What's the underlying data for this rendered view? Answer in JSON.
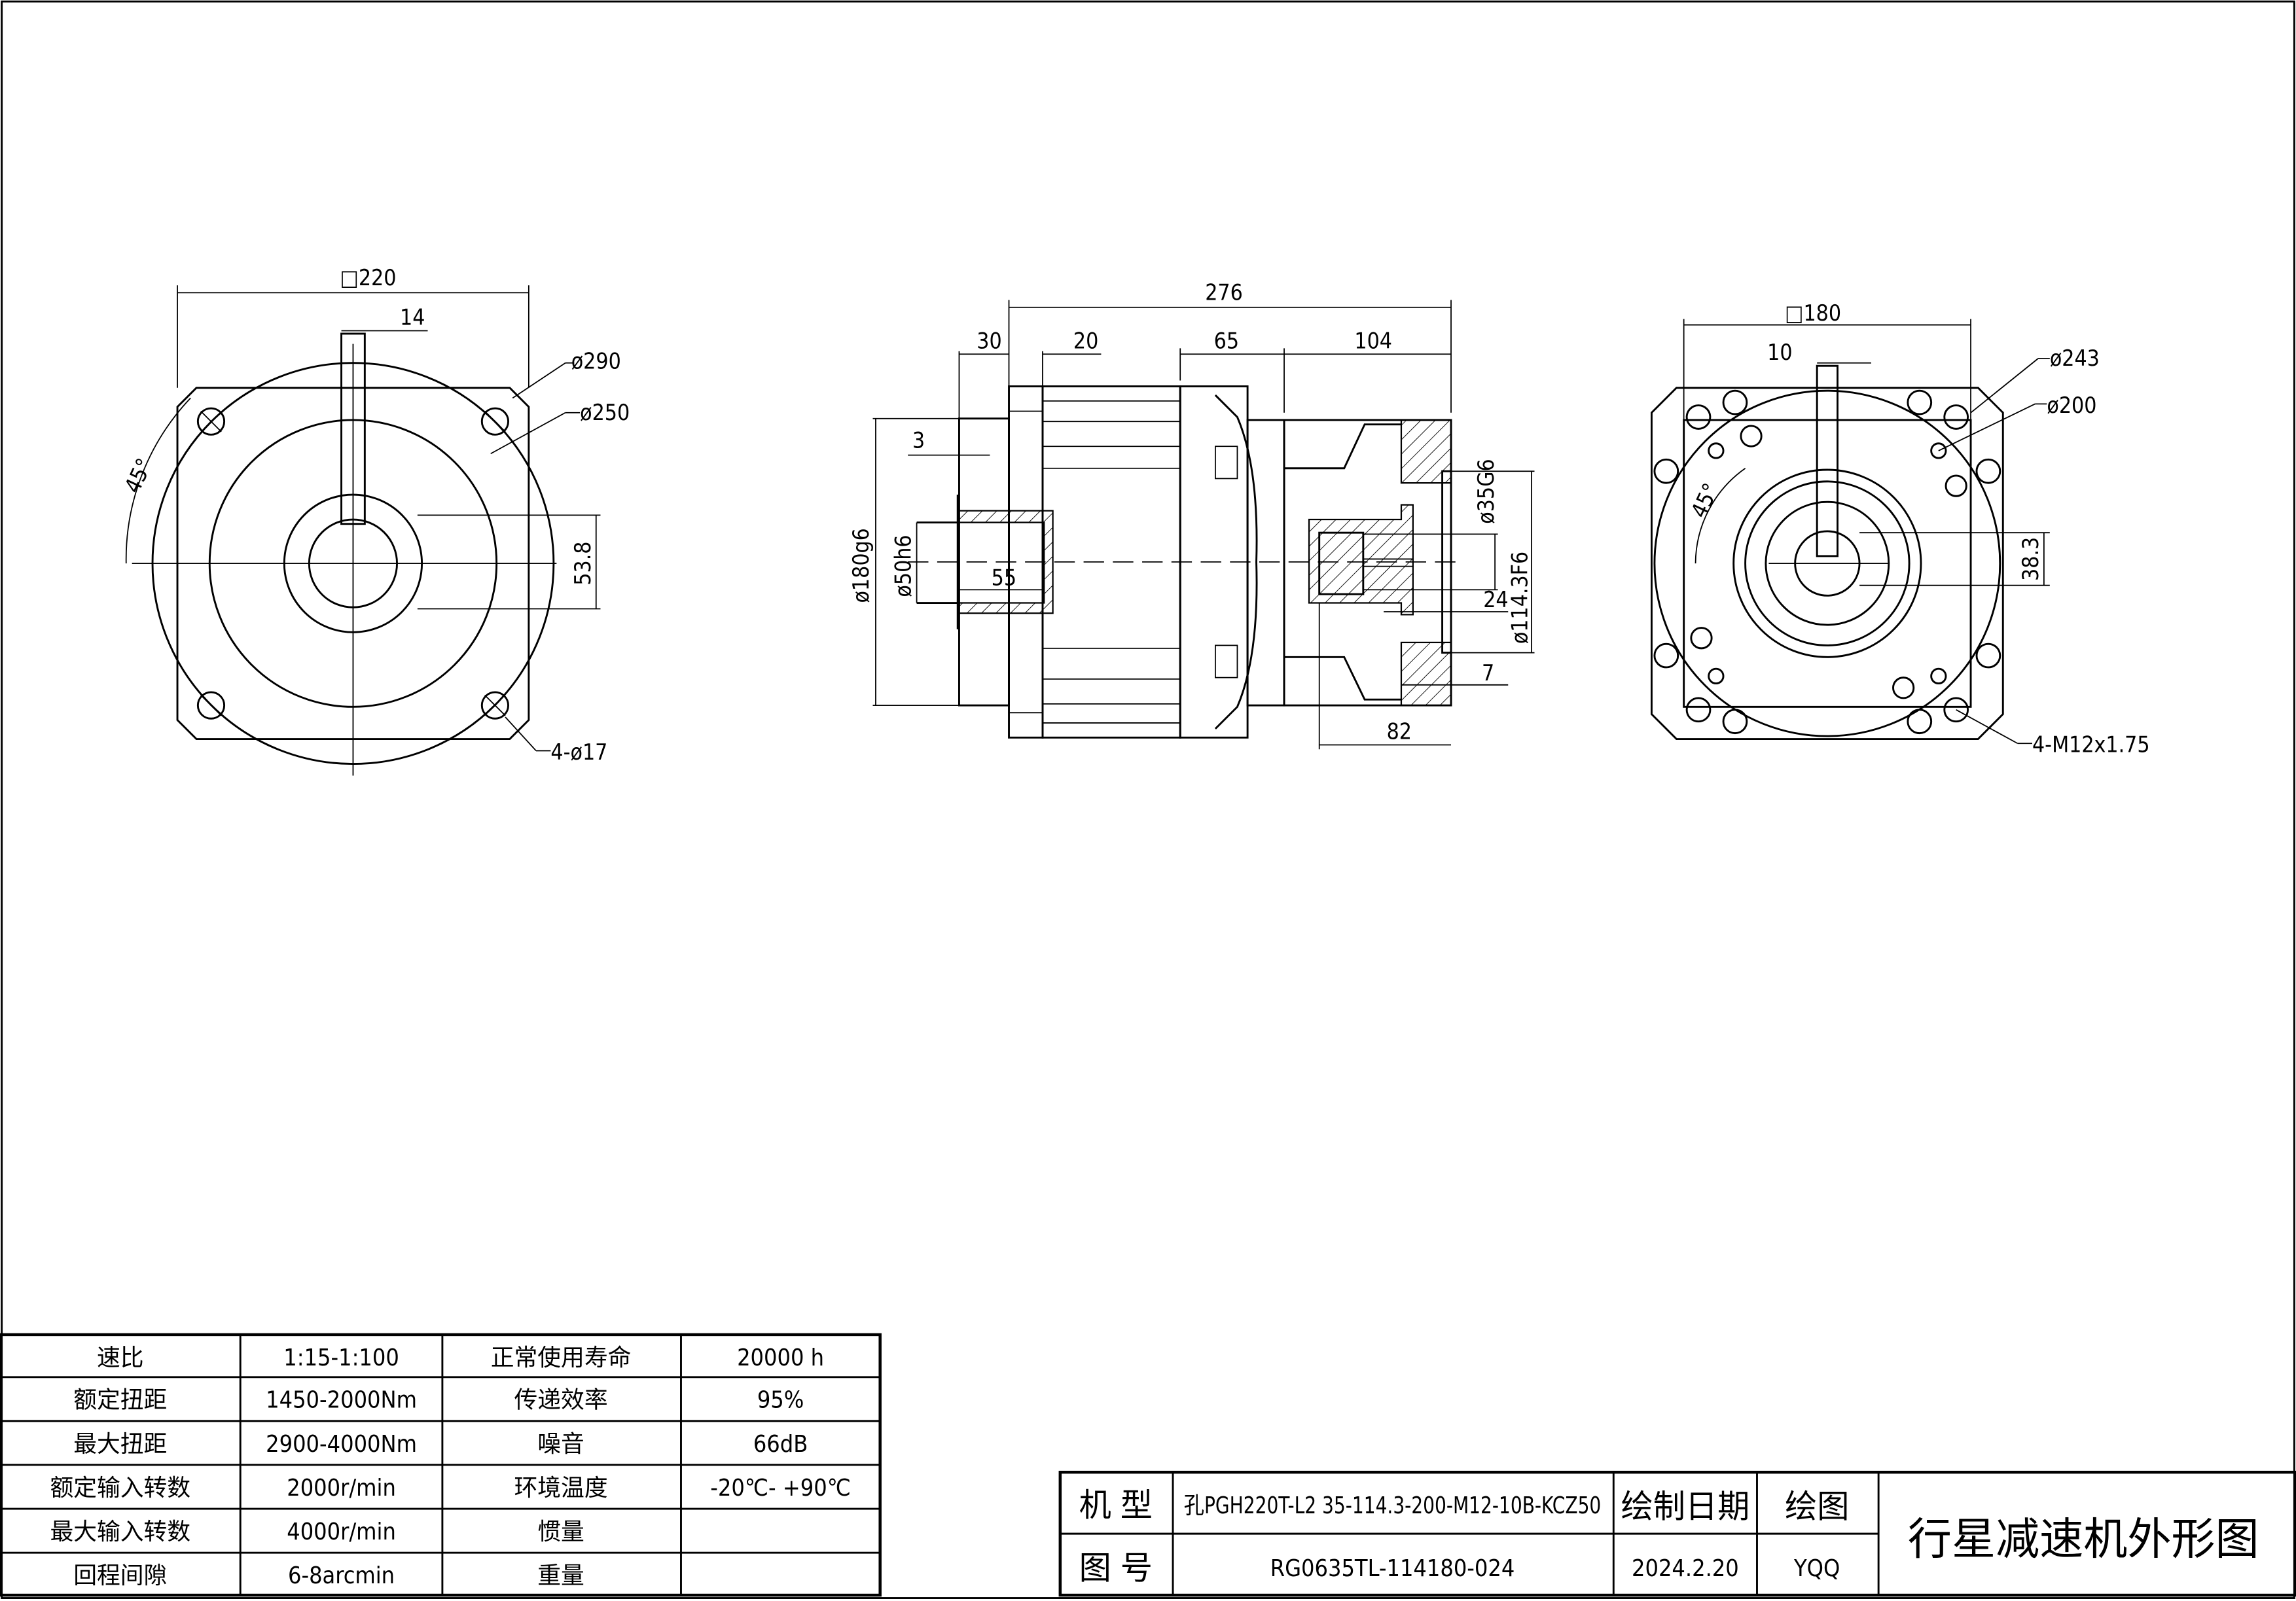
{
  "views": {
    "input_view": {
      "square": "□220",
      "keyway": "14",
      "dia_outer": "ø290",
      "dia_pcd": "ø250",
      "angle": "45°",
      "key_height": "53.8",
      "holes": "4-ø17"
    },
    "side_view": {
      "length": "276",
      "d30": "30",
      "d20": "20",
      "d65": "65",
      "d104": "104",
      "d3": "3",
      "pilot": "ø180g6",
      "bore": "ø50h6",
      "d55": "55",
      "out_bore": "ø35G6",
      "out_pilot": "ø114.3F6",
      "d24": "24",
      "d7": "7",
      "d82": "82"
    },
    "output_view": {
      "square": "□180",
      "keyway": "10",
      "dia_outer": "ø243",
      "dia_pcd": "ø200",
      "angle": "45°",
      "key_height": "38.3",
      "holes": "4-M12x1.75"
    }
  },
  "spec_table": [
    [
      "速比",
      "1:15-1:100",
      "正常使用寿命",
      "20000  h"
    ],
    [
      "额定扭距",
      "1450-2000Nm",
      "传递效率",
      "95%"
    ],
    [
      "最大扭距",
      "2900-4000Nm",
      "噪音",
      "66dB"
    ],
    [
      "额定输入转数",
      "2000r/min",
      "环境温度",
      "-20℃- +90℃"
    ],
    [
      "最大输入转数",
      "4000r/min",
      "惯量",
      ""
    ],
    [
      "回程间隙",
      "6-8arcmin",
      "重量",
      ""
    ]
  ],
  "title_block": {
    "model_label": "机 型",
    "model_value": "孔PGH220T-L2 35-114.3-200-M12-10B-KCZ50",
    "date_label": "绘制日期",
    "drawer_label": "绘图",
    "drawing_no_label": "图 号",
    "drawing_no": "RG0635TL-114180-024",
    "date": "2024.2.20",
    "drawer": "YQQ",
    "title": "行星减速机外形图"
  }
}
